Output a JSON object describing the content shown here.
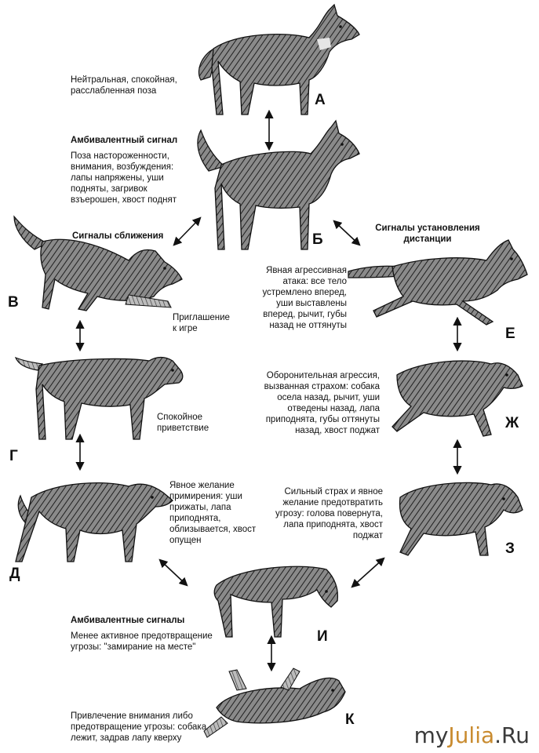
{
  "colors": {
    "ink": "#111111",
    "fur_dark": "#2a2a2a",
    "fur_mid": "#7a7a7a",
    "fur_light": "#d8d8d8",
    "brand_dark": "#3b3b3b",
    "brand_accent": "#c98b2f"
  },
  "dogs": [
    {
      "letter": "А",
      "pose": "neutral-standing"
    },
    {
      "letter": "Б",
      "pose": "alert-standing-tail-up"
    },
    {
      "letter": "В",
      "pose": "play-bow"
    },
    {
      "letter": "Г",
      "pose": "calm-greeting"
    },
    {
      "letter": "Д",
      "pose": "appeasement-lowered"
    },
    {
      "letter": "Е",
      "pose": "attack-forward"
    },
    {
      "letter": "Ж",
      "pose": "fear-aggression-crouched"
    },
    {
      "letter": "З",
      "pose": "strong-fear-turned-head"
    },
    {
      "letter": "И",
      "pose": "freezing-head-down"
    },
    {
      "letter": "К",
      "pose": "lying-on-back"
    }
  ],
  "texts": {
    "a": "Нейтральная, спокойная,\nрасслабленная поза",
    "b_title": "Амбивалентный сигнал",
    "b_body": "Поза настороженности,\nвнимания, возбуждения:\nлапы напряжены, уши\nподняты, загривок\nвзъерошен, хвост поднят",
    "approach_title": "Сигналы сближения",
    "distance_title": "Сигналы установления\nдистанции",
    "v": "Приглашение\nк игре",
    "g": "Спокойное\nприветствие",
    "d": "Явное желание\nпримирения: уши\nприжаты, лапа\nприподнята,\nоблизывается, хвост\nопущен",
    "e": "Явная агрессивная\nатака: все тело\nустремлено вперед,\nуши выставлены\nвперед, рычит, губы\nназад не оттянуты",
    "zh": "Оборонительная агрессия,\nвызванная страхом: собака\nосела назад, рычит, уши\nотведены назад, лапа\nприподнята, губы оттянуты\nназад, хвост поджат",
    "z": "Сильный страх и явное\nжелание предотвратить\nугрозу: голова повернута,\nлапа приподнята, хвост\nподжат",
    "i_title": "Амбивалентные сигналы",
    "i_body": "Менее активное предотвращение\nугрозы: \"замирание на месте\"",
    "k": "Привлечение внимания либо\nпредотвращение угрозы: собака\nлежит, задрав лапу кверху"
  },
  "brand": {
    "part1": "my",
    "part2": "Julia",
    "part3": ".Ru"
  }
}
